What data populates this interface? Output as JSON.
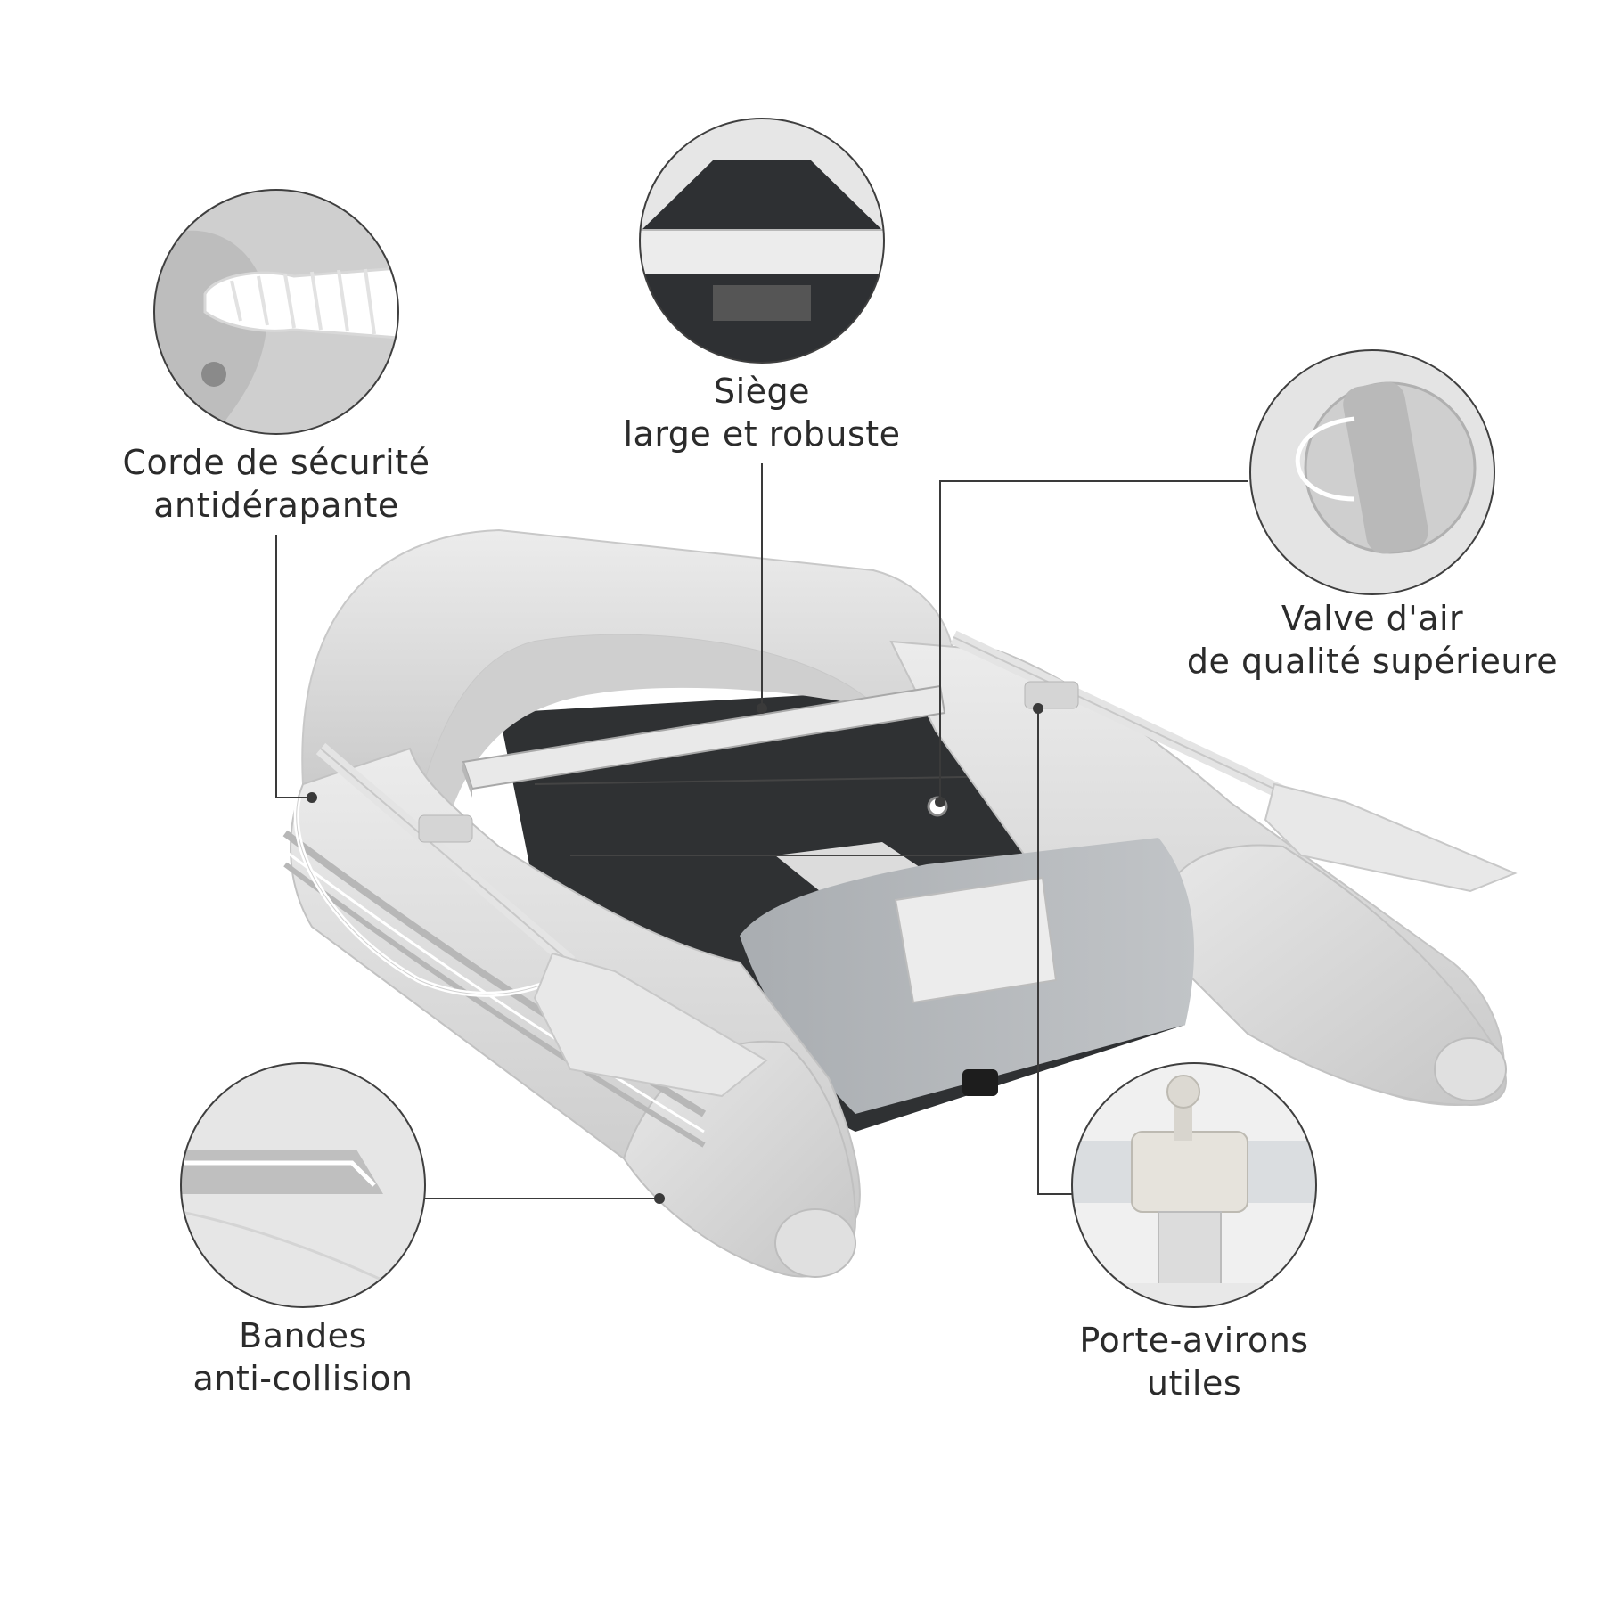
{
  "callouts": {
    "rope": {
      "line1": "Corde de sécurité",
      "line2": "antidérapante",
      "icon": "rope-detail-icon"
    },
    "seat": {
      "line1": "Siège",
      "line2": "large et robuste",
      "icon": "seat-detail-icon"
    },
    "valve": {
      "line1": "Valve d'air",
      "line2": "de qualité supérieure",
      "icon": "valve-detail-icon"
    },
    "bands": {
      "line1": "Bandes",
      "line2": "anti-collision",
      "icon": "band-detail-icon"
    },
    "oarlock": {
      "line1": "Porte-avirons",
      "line2": "utiles",
      "icon": "oarlock-detail-icon"
    }
  },
  "colors": {
    "tube": "#dcdcdc",
    "tube_shadow": "#bdbdbd",
    "floor": "#2f3133",
    "transom": "#9fa3a7",
    "line": "#3a3a3a",
    "circle_border": "#3f3f3f"
  }
}
